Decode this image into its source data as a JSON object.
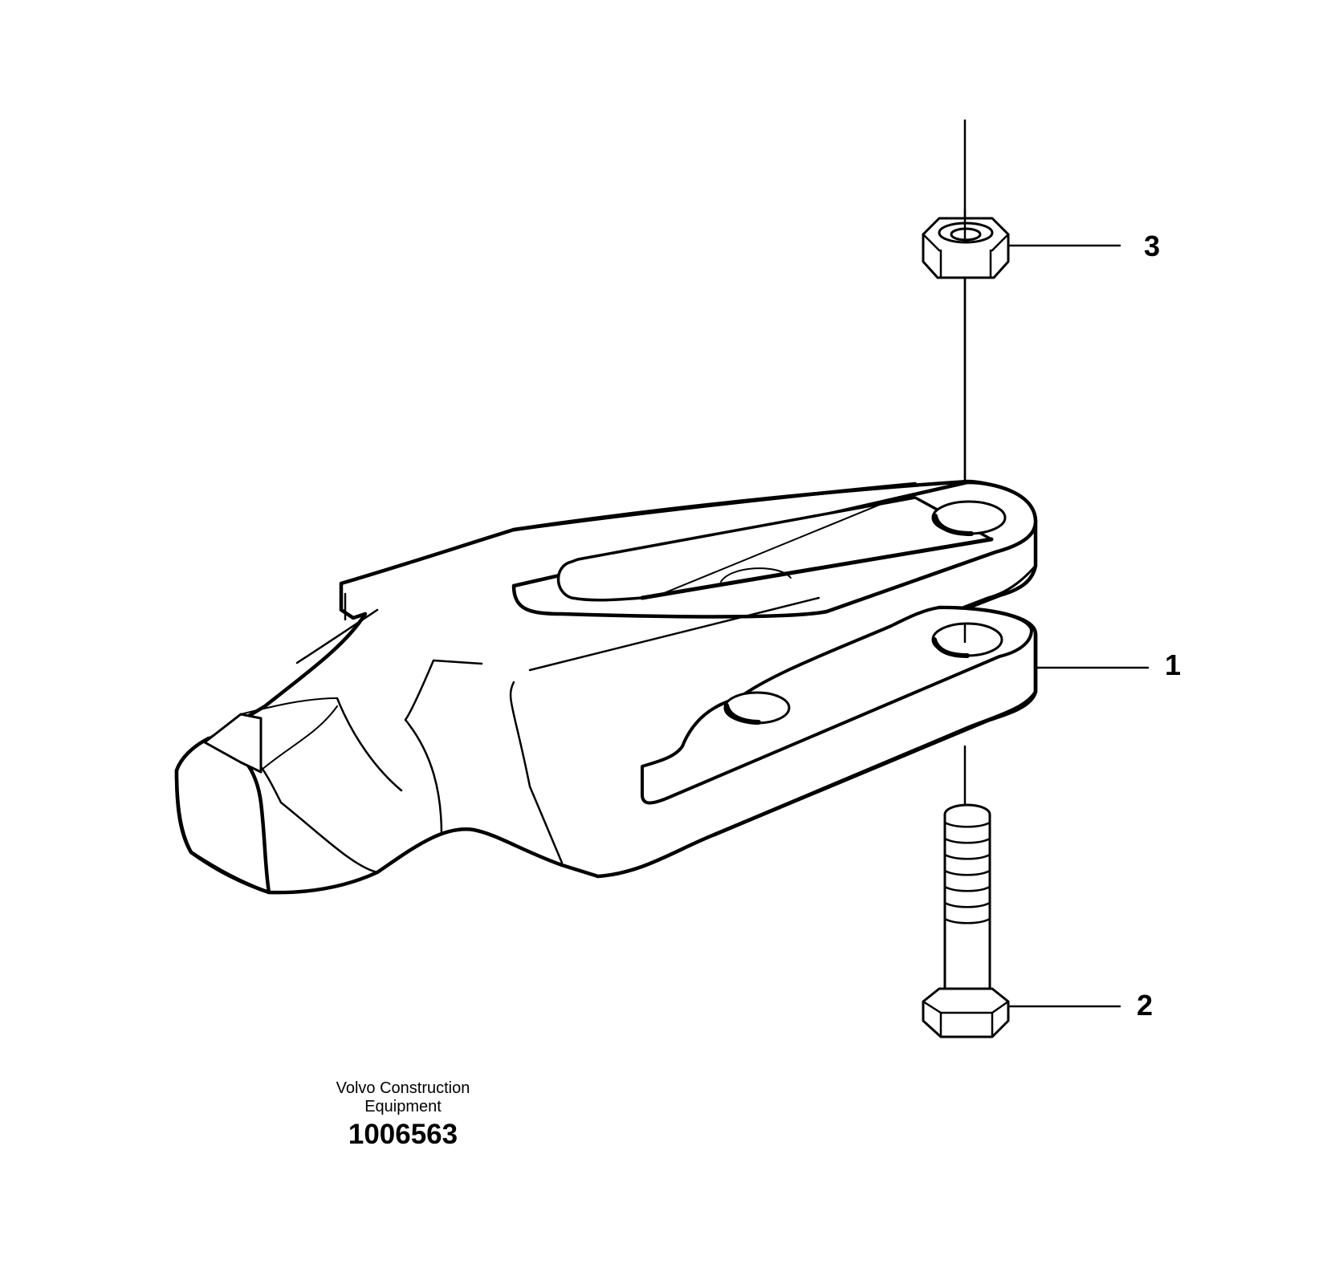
{
  "diagram": {
    "callouts": [
      {
        "id": "1",
        "label": "1",
        "part": "tooth-adapter"
      },
      {
        "id": "2",
        "label": "2",
        "part": "bolt"
      },
      {
        "id": "3",
        "label": "3",
        "part": "hex-nut"
      }
    ]
  },
  "caption": {
    "line1": "Volvo Construction",
    "line2": "Equipment",
    "number": "1006563"
  }
}
